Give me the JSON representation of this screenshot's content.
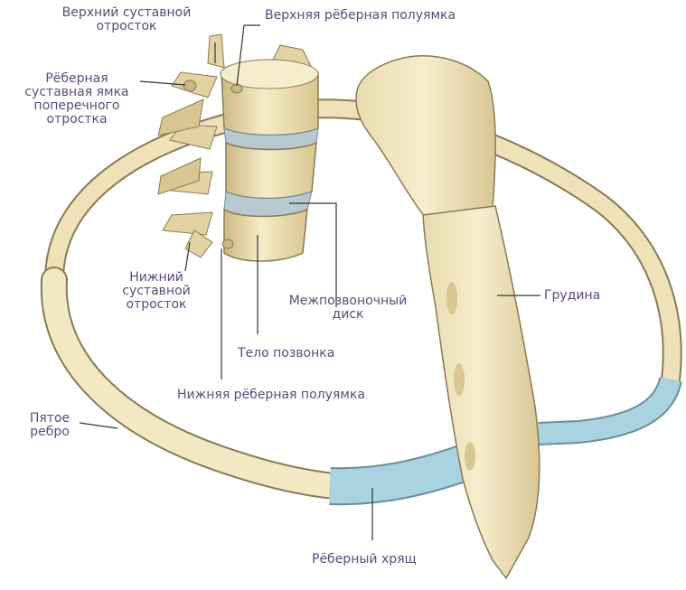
{
  "labels": {
    "superior_articular_process": "Верхний суставной\nотросток",
    "superior_costal_facet": "Верхняя рёберная полуямка",
    "transverse_costal_facet": "Рёберная\nсуставная ямка\nпоперечного\nотростка",
    "inferior_articular_process": "Нижний\nсуставной\nотросток",
    "intervertebral_disc": "Межпозвоночный\nдиск",
    "sternum": "Грудина",
    "vertebral_body": "Тело позвонка",
    "inferior_costal_facet": "Нижняя рёберная полуямка",
    "fifth_rib": "Пятое\nребро",
    "costal_cartilage": "Рёберный хрящ"
  },
  "colors": {
    "bone": "#f1e6c0",
    "bone_shadow": "#cdbb8a",
    "bone_outline": "#8a7a55",
    "cartilage": "#a9d3e0",
    "disc": "#b8c9d0",
    "label_text": "#5e4a7a",
    "leader_line": "#333333"
  }
}
